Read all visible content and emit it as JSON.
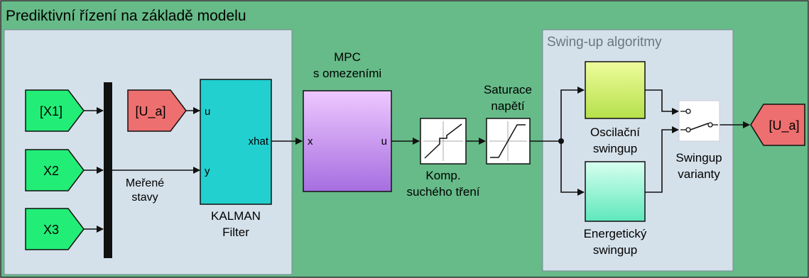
{
  "main_area": {
    "title": "Prediktivní řízení na základě modelu",
    "background_color": "#66bb88"
  },
  "subsystem_panel": {
    "background_color": "#d5e1ea"
  },
  "swingup_panel": {
    "title": "Swing-up algoritmy"
  },
  "inputs": [
    {
      "label": "[X1]"
    },
    {
      "label": "X2"
    },
    {
      "label": "X3"
    }
  ],
  "goto_input": {
    "label": "[U_a]"
  },
  "goto_output": {
    "label": "[U_a]"
  },
  "mux_label": {
    "line1": "Meřené",
    "line2": "stavy"
  },
  "kalman": {
    "port_u": "u",
    "port_y": "y",
    "port_out": "xhat",
    "caption_line1": "KALMAN",
    "caption_line2": "Filter"
  },
  "mpc": {
    "title_line1": "MPC",
    "title_line2": "s omezeními",
    "port_in": "x",
    "port_out": "u"
  },
  "friction_comp": {
    "caption_line1": "Komp.",
    "caption_line2": "suchého tření"
  },
  "saturation": {
    "caption_line1": "Saturace",
    "caption_line2": "napětí"
  },
  "oscillation_swingup": {
    "caption_line1": "Oscilační",
    "caption_line2": "swingup"
  },
  "energy_swingup": {
    "caption_line1": "Energetický",
    "caption_line2": "swingup"
  },
  "switch": {
    "caption_line1": "Swingup",
    "caption_line2": "varianty"
  },
  "colors": {
    "from_block": "#22ee77",
    "goto_block": "#ee6f6f",
    "kalman": "#22d0d0",
    "mpc_top": "#eec8ff",
    "mpc_bottom": "#a66ee0",
    "osc_top": "#eefc9c",
    "osc_bottom": "#b5e04a",
    "energy_top": "#d8fff0",
    "energy_bottom": "#5ee8bb"
  }
}
